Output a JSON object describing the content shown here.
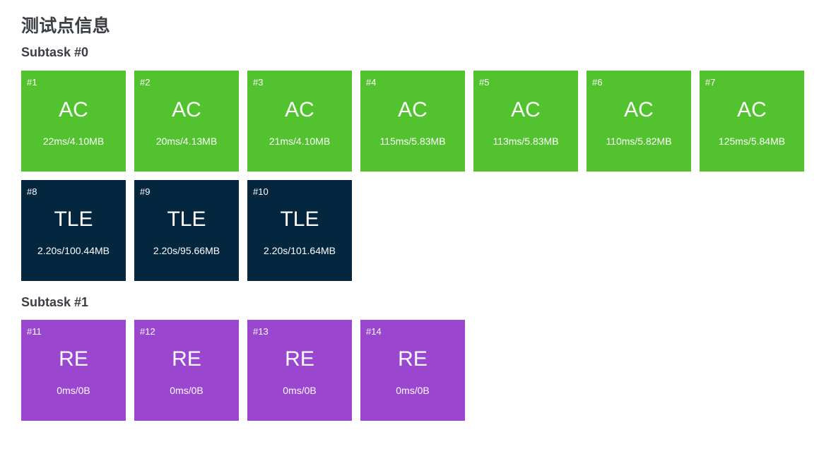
{
  "page": {
    "title": "测试点信息"
  },
  "colors": {
    "accent_ac": "#52c32e",
    "accent_tle": "#04263f",
    "accent_re": "#9a46ce",
    "heading_text": "#3b3f44",
    "card_text": "#ffffff",
    "background": "#ffffff"
  },
  "subtasks": [
    {
      "label": "Subtask #0",
      "cases": [
        {
          "id": "#1",
          "status": "AC",
          "detail": "22ms/4.10MB",
          "kind": "ac"
        },
        {
          "id": "#2",
          "status": "AC",
          "detail": "20ms/4.13MB",
          "kind": "ac"
        },
        {
          "id": "#3",
          "status": "AC",
          "detail": "21ms/4.10MB",
          "kind": "ac"
        },
        {
          "id": "#4",
          "status": "AC",
          "detail": "115ms/5.83MB",
          "kind": "ac"
        },
        {
          "id": "#5",
          "status": "AC",
          "detail": "113ms/5.83MB",
          "kind": "ac"
        },
        {
          "id": "#6",
          "status": "AC",
          "detail": "110ms/5.82MB",
          "kind": "ac"
        },
        {
          "id": "#7",
          "status": "AC",
          "detail": "125ms/5.84MB",
          "kind": "ac"
        },
        {
          "id": "#8",
          "status": "TLE",
          "detail": "2.20s/100.44MB",
          "kind": "tle"
        },
        {
          "id": "#9",
          "status": "TLE",
          "detail": "2.20s/95.66MB",
          "kind": "tle"
        },
        {
          "id": "#10",
          "status": "TLE",
          "detail": "2.20s/101.64MB",
          "kind": "tle"
        }
      ]
    },
    {
      "label": "Subtask #1",
      "cases": [
        {
          "id": "#11",
          "status": "RE",
          "detail": "0ms/0B",
          "kind": "re"
        },
        {
          "id": "#12",
          "status": "RE",
          "detail": "0ms/0B",
          "kind": "re"
        },
        {
          "id": "#13",
          "status": "RE",
          "detail": "0ms/0B",
          "kind": "re"
        },
        {
          "id": "#14",
          "status": "RE",
          "detail": "0ms/0B",
          "kind": "re"
        }
      ]
    }
  ]
}
